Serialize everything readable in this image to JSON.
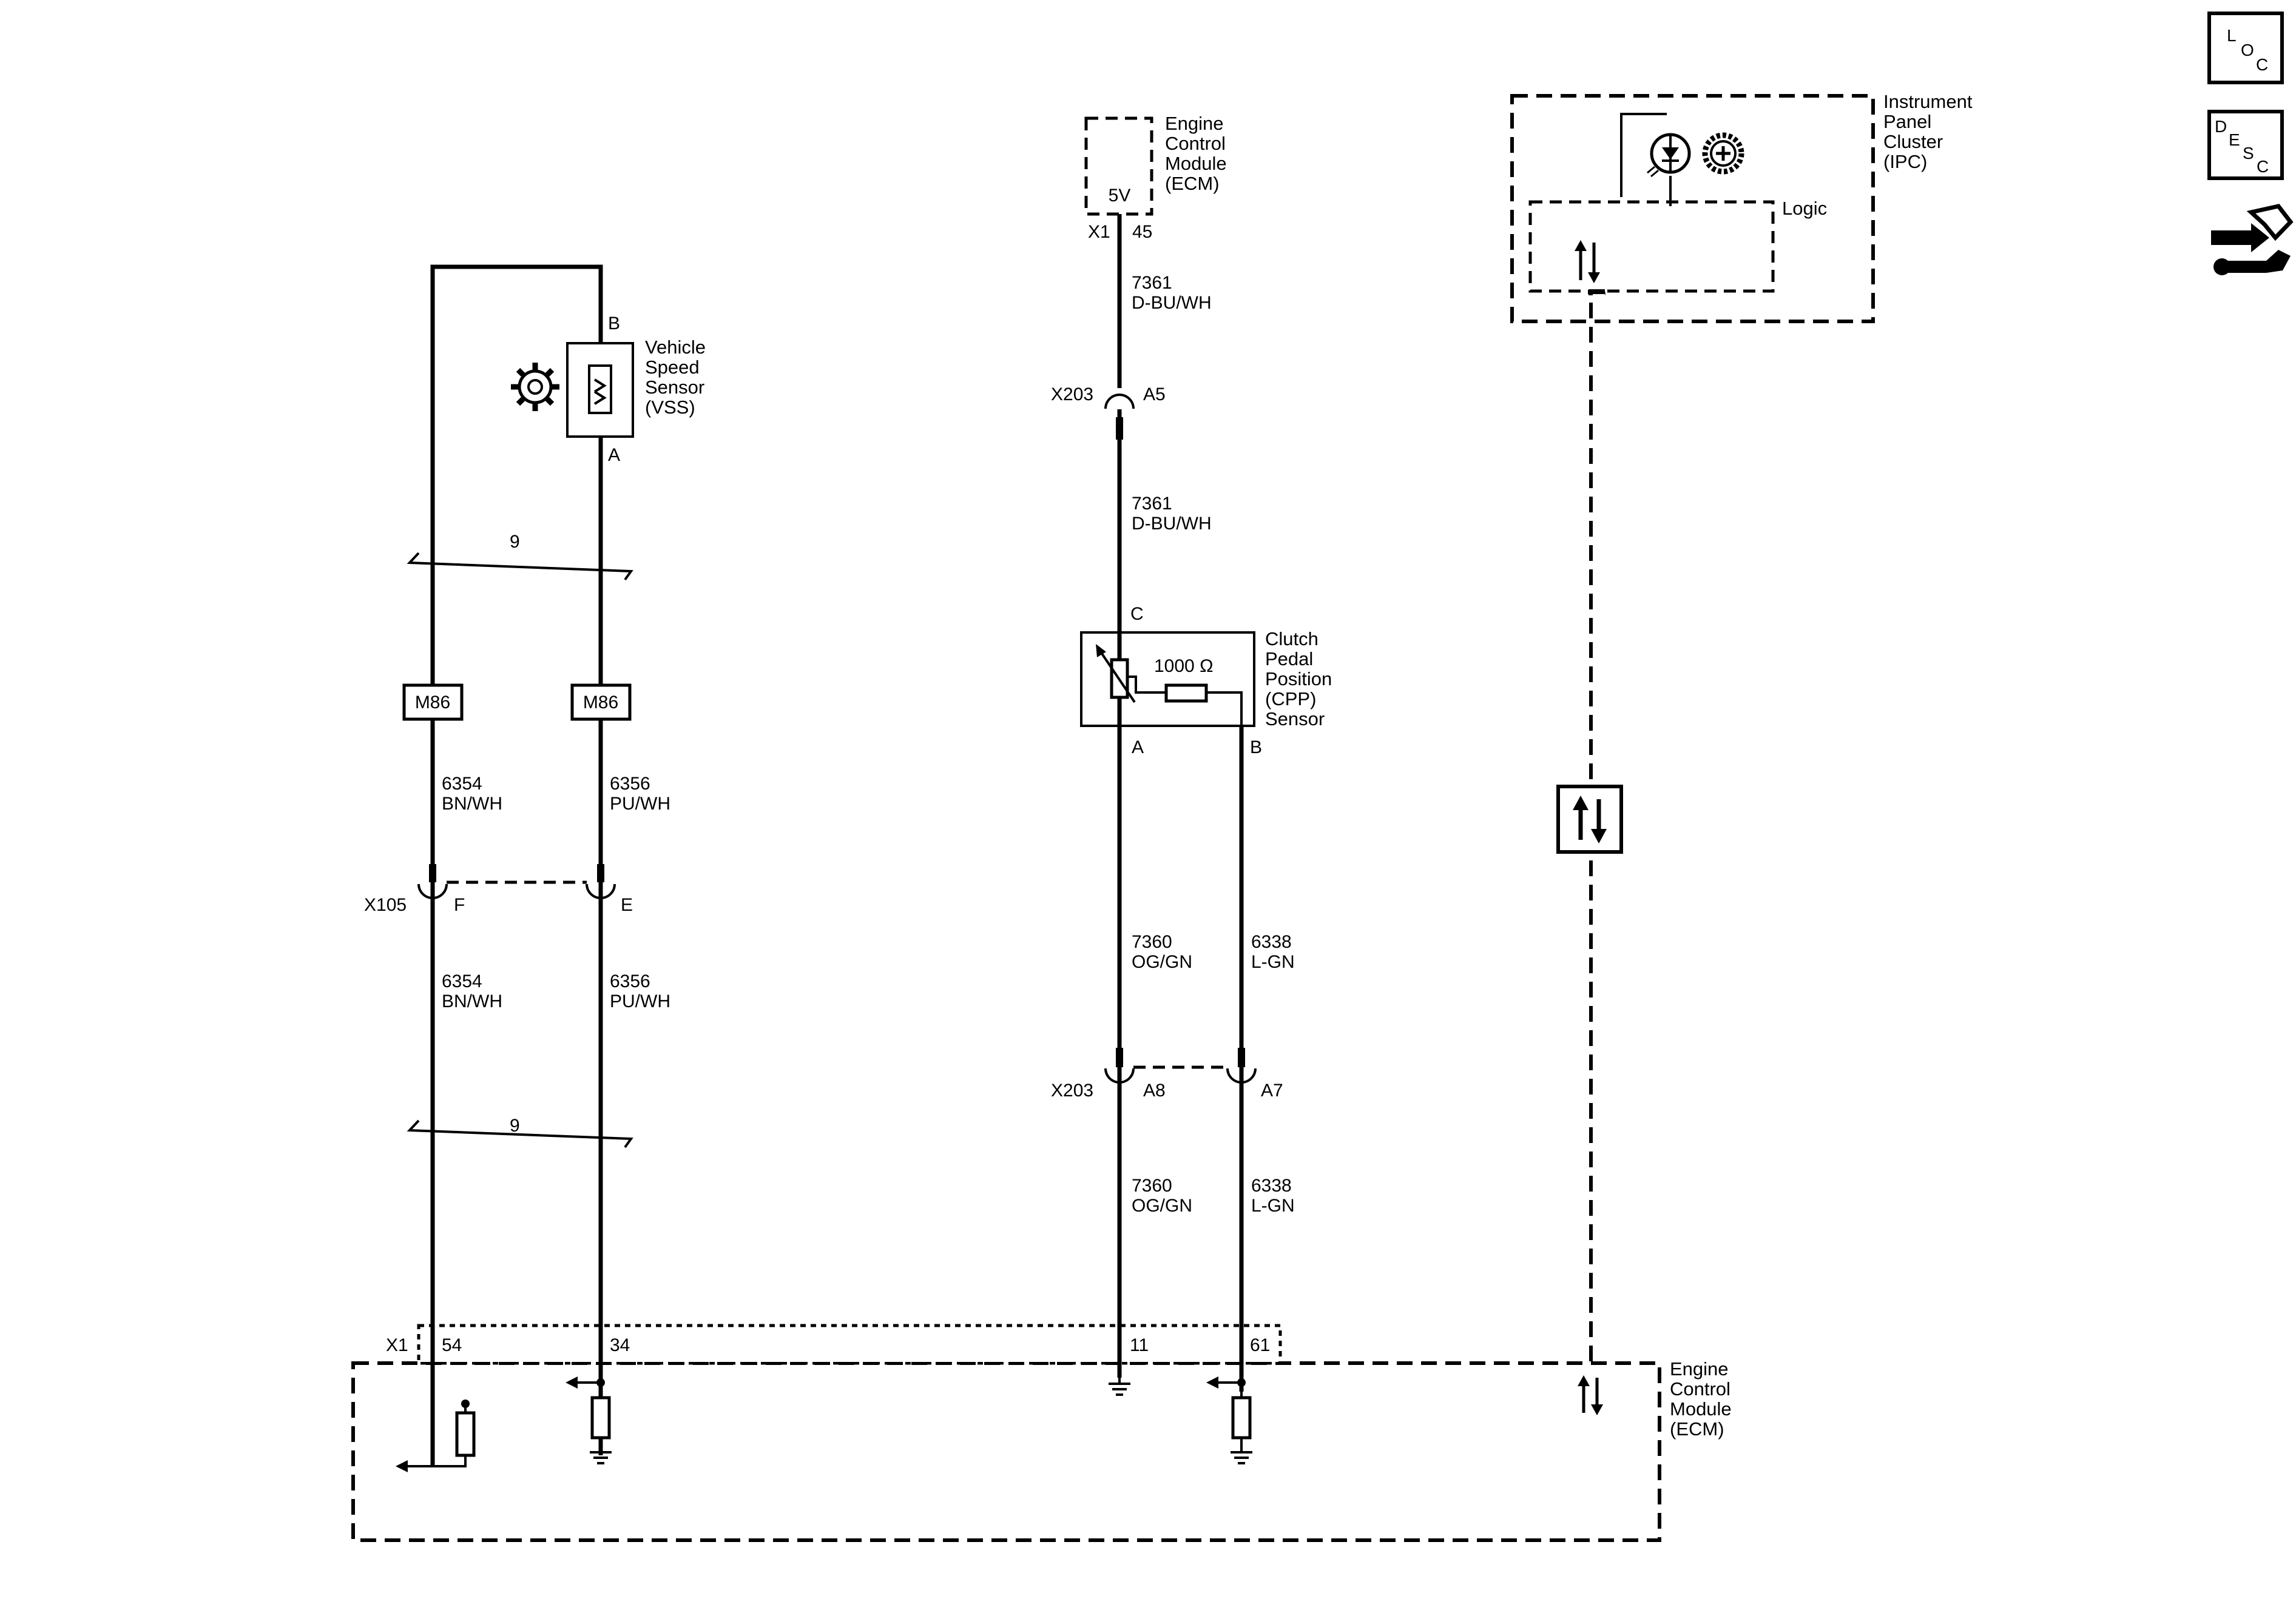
{
  "vss": {
    "title": [
      "Vehicle",
      "Speed",
      "Sensor",
      "(VSS)"
    ],
    "pin_b": "B",
    "pin_a": "A"
  },
  "ecm_top": {
    "title": [
      "Engine",
      "Control",
      "Module",
      "(ECM)"
    ],
    "voltage": "5V",
    "conn": "X1",
    "pin": "45"
  },
  "ipc": {
    "title": [
      "Instrument",
      "Panel",
      "Cluster",
      "(IPC)"
    ],
    "logic": "Logic"
  },
  "cpp": {
    "title": [
      "Clutch",
      "Pedal",
      "Position",
      "(CPP)",
      "Sensor"
    ],
    "pin_c": "C",
    "pin_a": "A",
    "pin_b": "B",
    "resistor": "1000 Ω"
  },
  "ecm_bottom": {
    "title": [
      "Engine",
      "Control",
      "Module",
      "(ECM)"
    ],
    "conn": "X1",
    "pins": [
      "54",
      "34",
      "11",
      "61"
    ]
  },
  "wires": {
    "w7361a": {
      "circuit": "7361",
      "color": "D-BU/WH"
    },
    "w7361b": {
      "circuit": "7361",
      "color": "D-BU/WH"
    },
    "w6354a": {
      "circuit": "6354",
      "color": "BN/WH"
    },
    "w6356a": {
      "circuit": "6356",
      "color": "PU/WH"
    },
    "w6354b": {
      "circuit": "6354",
      "color": "BN/WH"
    },
    "w6356b": {
      "circuit": "6356",
      "color": "PU/WH"
    },
    "w7360a": {
      "circuit": "7360",
      "color": "OG/GN"
    },
    "w6338a": {
      "circuit": "6338",
      "color": "L-GN"
    },
    "w7360b": {
      "circuit": "7360",
      "color": "OG/GN"
    },
    "w6338b": {
      "circuit": "6338",
      "color": "L-GN"
    }
  },
  "connectors": {
    "x203_top": {
      "name": "X203",
      "pin": "A5"
    },
    "x105": {
      "name": "X105",
      "pin_f": "F",
      "pin_e": "E"
    },
    "x203_bottom": {
      "name": "X203",
      "pin_a8": "A8",
      "pin_a7": "A7"
    }
  },
  "splice_label": "M86",
  "twist_count": "9",
  "side_icons": {
    "loc": {
      "l1": "L",
      "l2": "O",
      "l3": "C"
    },
    "desc": {
      "l1": "D",
      "l2": "E",
      "l3": "S",
      "l4": "C"
    }
  }
}
